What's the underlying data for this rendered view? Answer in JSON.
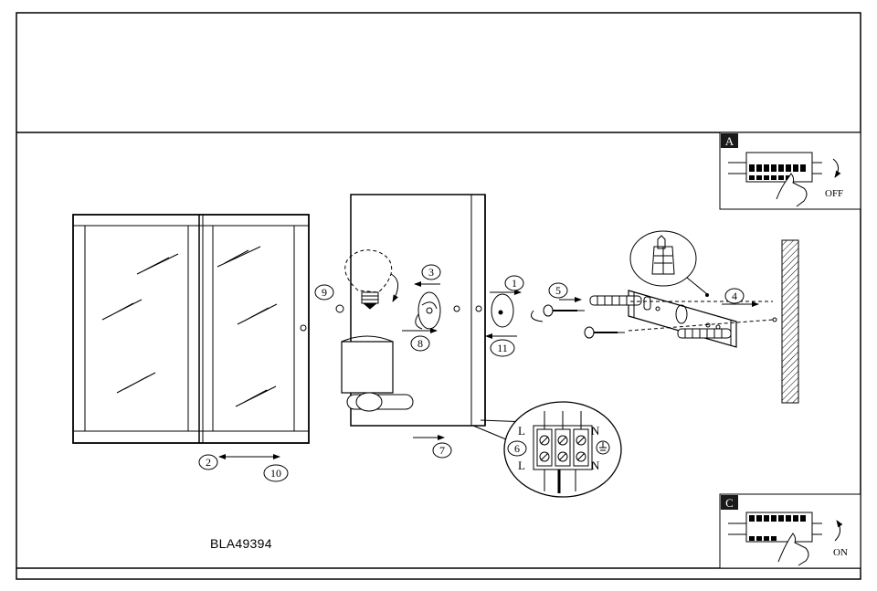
{
  "panel_a": {
    "letter": "A",
    "state": "OFF"
  },
  "panel_c": {
    "letter": "C",
    "state": "ON"
  },
  "steps": [
    "1",
    "2",
    "3",
    "4",
    "5",
    "6",
    "7",
    "8",
    "9",
    "10",
    "11"
  ],
  "terminal_labels": {
    "live_top": "L",
    "live_bottom": "L",
    "neutral_top": "N",
    "neutral_bottom": "N"
  },
  "model_code": "BLA49394"
}
